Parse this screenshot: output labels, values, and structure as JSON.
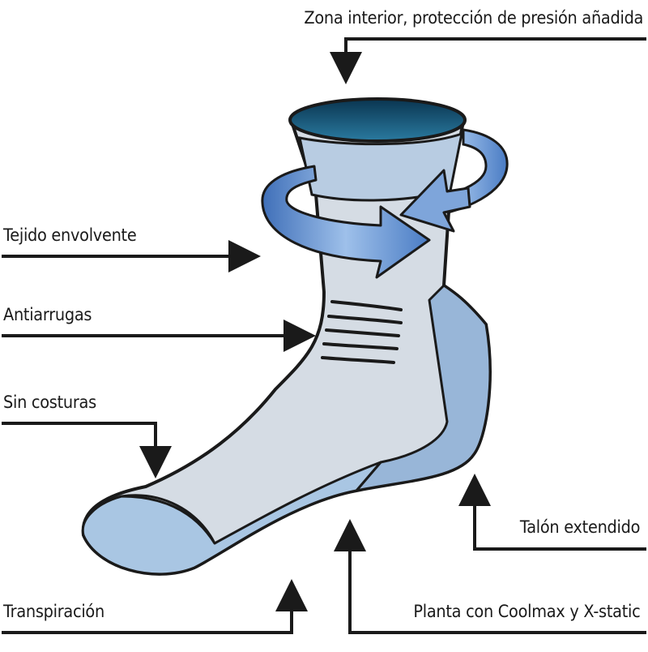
{
  "labels": {
    "top": "Zona interior, protección de presión añadida",
    "wrap": "Tejido envolvente",
    "anti": "Antiarrugas",
    "seamless": "Sin costuras",
    "heel": "Talón extendido",
    "breath": "Transpiración",
    "sole": "Planta con Coolmax y X-static"
  },
  "colors": {
    "sock_light": "#d5dce4",
    "sock_mid": "#a9c6e3",
    "sock_blue": "#8fb0d4",
    "inner_dark": "#0f4a6e",
    "arrow_blue": "#5f8fd0",
    "line": "#1a1a1a"
  }
}
